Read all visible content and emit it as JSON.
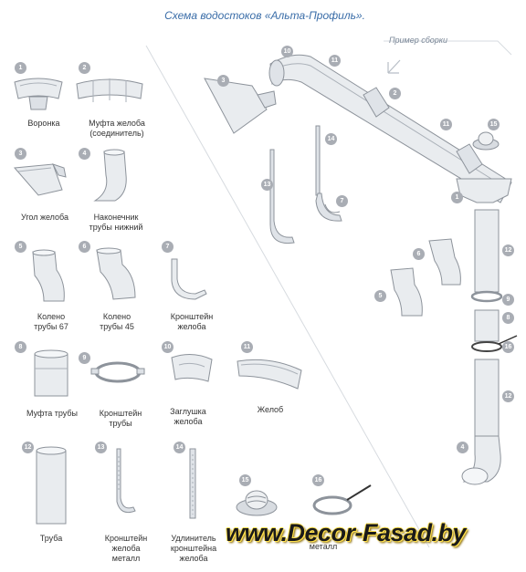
{
  "title": "Схема водостоков «Альта-Профиль».",
  "assembly_example": "Пример сборки",
  "brand": "www.Decor-Fasad.by",
  "colors": {
    "part_fill": "#e9ecef",
    "part_stroke": "#8d939b",
    "badge": "#a9adb4",
    "title": "#3a6da8"
  },
  "catalog": [
    {
      "num": "1",
      "caption": "Воронка"
    },
    {
      "num": "2",
      "caption": "Муфта желоба\n(соединитель)"
    },
    {
      "num": "3",
      "caption": "Угол желоба"
    },
    {
      "num": "4",
      "caption": "Наконечник\nтрубы нижний"
    },
    {
      "num": "5",
      "caption": "Колено\nтрубы 67"
    },
    {
      "num": "6",
      "caption": "Колено\nтрубы 45"
    },
    {
      "num": "7",
      "caption": "Кронштейн\nжелоба"
    },
    {
      "num": "8",
      "caption": "Муфта трубы"
    },
    {
      "num": "9",
      "caption": "Кронштейн\nтрубы"
    },
    {
      "num": "10",
      "caption": "Заглушка\nжелоба"
    },
    {
      "num": "11",
      "caption": "Желоб"
    },
    {
      "num": "12",
      "caption": "Труба"
    },
    {
      "num": "13",
      "caption": "Кронштейн\nжелоба\nметалл"
    },
    {
      "num": "14",
      "caption": "Удлинитель\nкронштейна\nжелоба"
    },
    {
      "num": "15",
      "caption": ""
    },
    {
      "num": "16",
      "caption": "металл"
    }
  ],
  "assembly_labels": [
    "10",
    "11",
    "3",
    "2",
    "11",
    "15",
    "14",
    "13",
    "7",
    "1",
    "6",
    "5",
    "12",
    "9",
    "8",
    "16",
    "12",
    "4"
  ]
}
